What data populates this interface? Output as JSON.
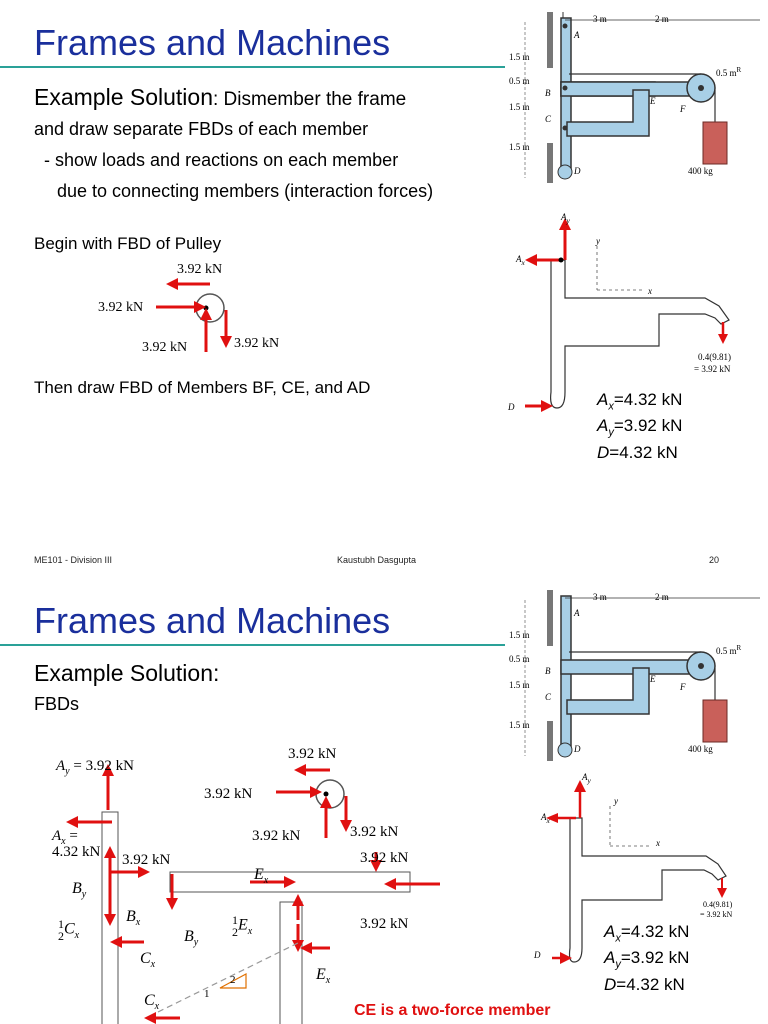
{
  "slide1": {
    "title": "Frames and Machines",
    "subtitle_bold": "Example Solution",
    "subtitle_rest": ": Dismember the frame",
    "line2": "and draw separate FBDs of each member",
    "line3": "- show loads and reactions on each member",
    "line4": "due to connecting members (interaction forces)",
    "pulley_intro": "Begin with FBD of Pulley",
    "members_intro": "Then draw FBD of Members BF, CE, and AD",
    "pulley_fbd": {
      "top": "3.92 kN",
      "left": "3.92 kN",
      "bottom_left": "3.92 kN",
      "bottom_right": "3.92 kN"
    },
    "frame_fig": {
      "A": "A",
      "B": "B",
      "C": "C",
      "D": "D",
      "E": "E",
      "F": "F",
      "dim_3m": "3 m",
      "dim_2m": "2 m",
      "h1": "1.5 m",
      "h2": "0.5 m",
      "h3": "1.5 m",
      "h4": "1.5 m",
      "radius": "0.5 m",
      "radius_sup": "R",
      "mass": "400 kg"
    },
    "fbd_fig": {
      "Ay": "A",
      "Ay_sub": "y",
      "Ax": "A",
      "Ax_sub": "x",
      "y": "y",
      "x": "x",
      "D": "D",
      "load1": "0.4(9.81)",
      "load2": "= 3.92 kN"
    },
    "results": [
      {
        "sym": "A",
        "sub": "x",
        "val": "=4.32 kN"
      },
      {
        "sym": "A",
        "sub": "y",
        "val": "=3.92 kN"
      },
      {
        "sym": "D",
        "sub": "",
        "val": "=4.32 kN"
      }
    ]
  },
  "footer": {
    "left": "ME101 - Division III",
    "center": "Kaustubh Dasgupta",
    "right": "20"
  },
  "slide2": {
    "title": "Frames and Machines",
    "subtitle": "Example Solution:",
    "sub2": "FBDs",
    "fbd_labels": {
      "Ay": "A",
      "Ay_val": "= 3.92 kN",
      "Ax": "A",
      "Ax_val": "=",
      "Ax_num": "4.32 kN",
      "By": "B",
      "Bx": "B",
      "Cx_half": "C",
      "Cx": "C",
      "By2": "B",
      "Ex_half": "E",
      "Ex": "E",
      "Ex2": "E",
      "Cx2": "C",
      "half": "1",
      "half_den": "2",
      "kn_392": "3.92 kN",
      "tri_2": "2",
      "tri_1": "1"
    },
    "pulley": {
      "top": "3.92 kN",
      "left": "3.92 kN",
      "bl": "3.92 kN",
      "br": "3.92 kN"
    },
    "bf_right1": "3.92 kN",
    "bf_right2": "3.92 kN",
    "bf_left": "3.92 kN",
    "ce_note": "CE is a two-force member",
    "results": [
      {
        "sym": "A",
        "sub": "x",
        "val": "=4.32 kN"
      },
      {
        "sym": "A",
        "sub": "y",
        "val": "=3.92 kN"
      },
      {
        "sym": "D",
        "sub": "",
        "val": "=4.32 kN"
      }
    ]
  },
  "colors": {
    "title": "#1a2f9c",
    "rule": "#2aa198",
    "arrow": "#e01010",
    "member": "#a8cfe6",
    "mass": "#c9605a"
  }
}
